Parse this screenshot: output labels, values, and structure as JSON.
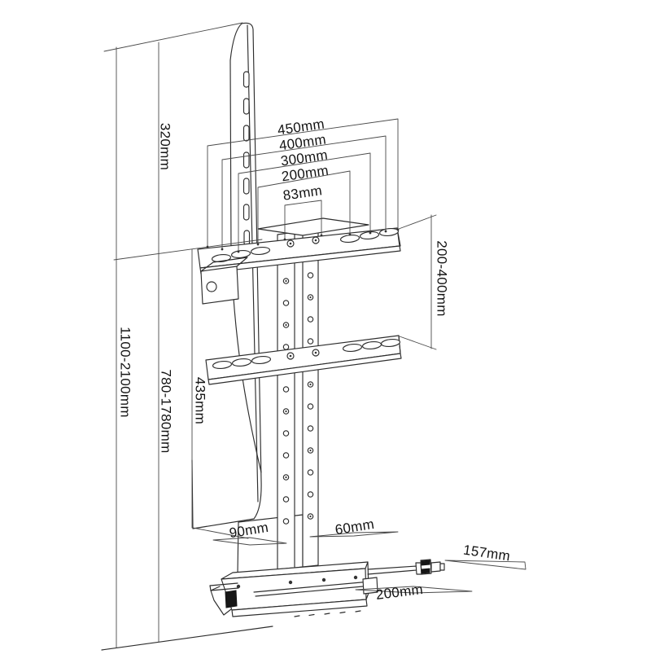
{
  "title": "TV floor stand mount dimensional drawing",
  "dimensions": {
    "overall_height": "1100-2100mm",
    "tv_top_to_bracket": "320mm",
    "bracket_to_floor": "780-1780mm",
    "column_length": "435mm",
    "vesa_vertical_range": "200-400mm",
    "vesa_width_450": "450mm",
    "vesa_width_400": "400mm",
    "vesa_width_300": "300mm",
    "vesa_width_200": "200mm",
    "vesa_width_83": "83mm",
    "depth_90": "90mm",
    "depth_60": "60mm",
    "bolt_length": "157mm",
    "base_rail_length": "200mm"
  }
}
